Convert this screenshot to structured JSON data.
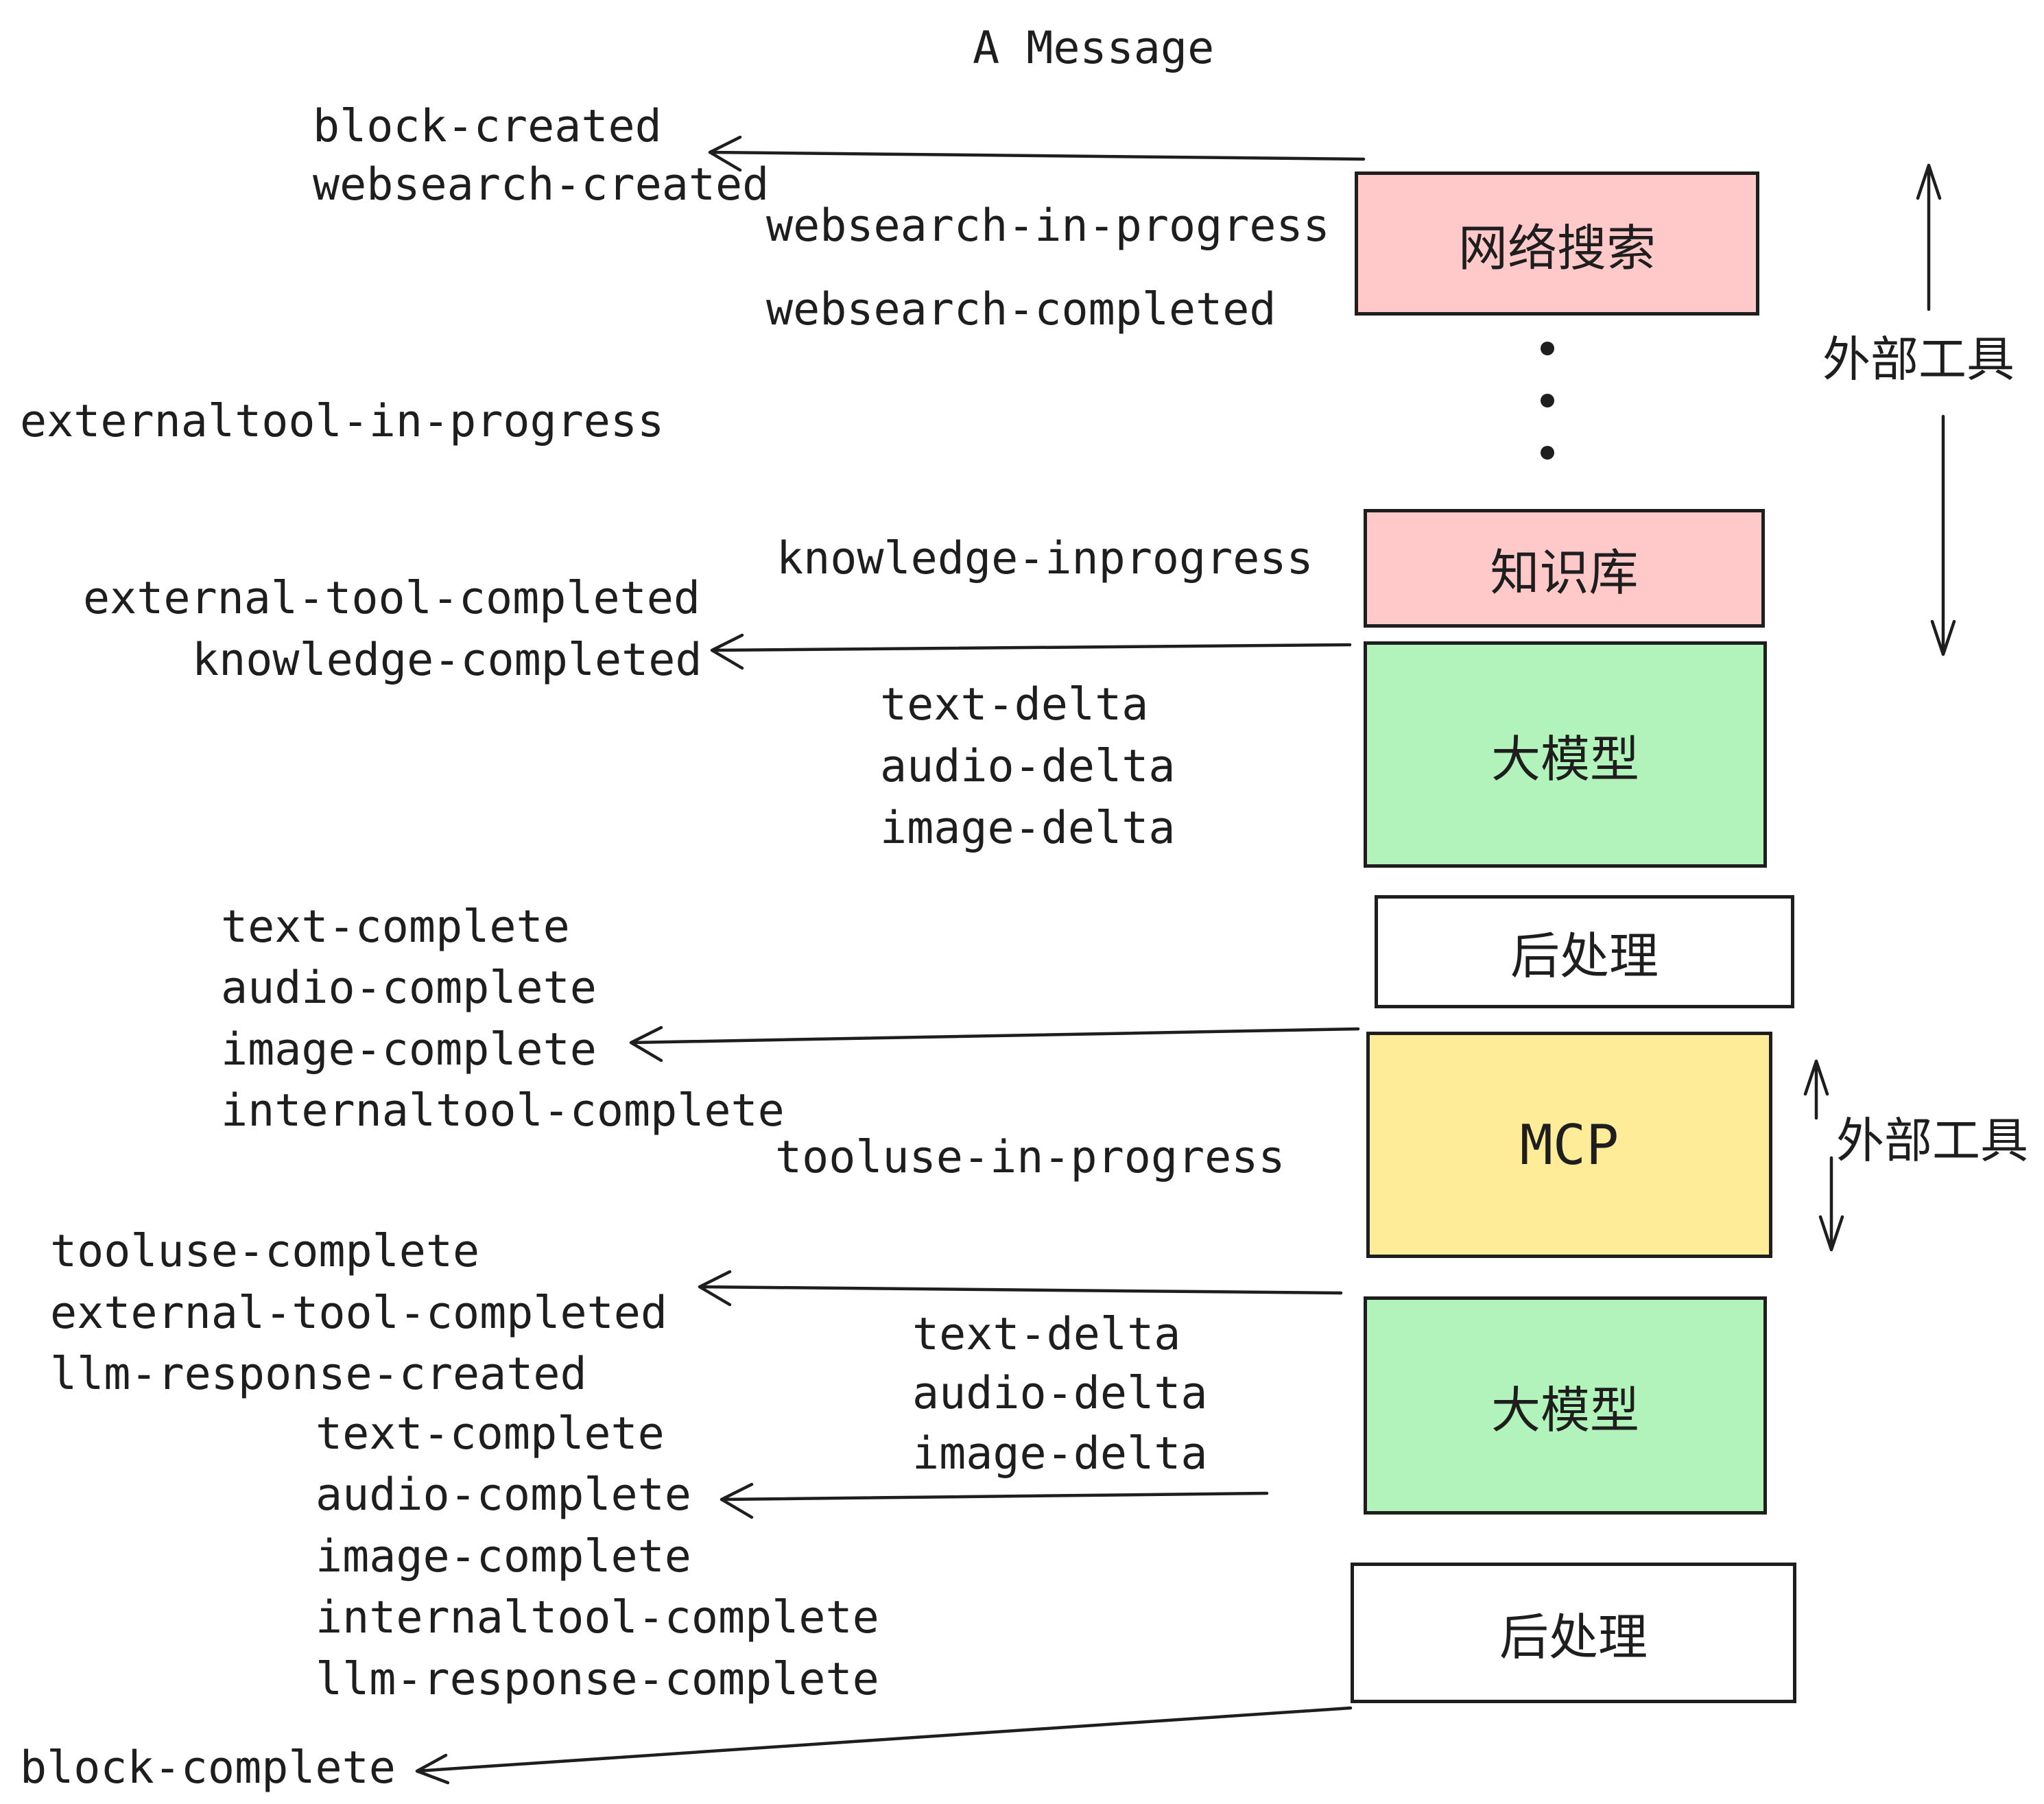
{
  "title": "A Message",
  "colors": {
    "ink": "#1e1e1e",
    "pink": "#ffc9c9",
    "green": "#b2f2bb",
    "yellow": "#ffec99",
    "white": "#ffffff",
    "background": "#ffffff"
  },
  "boxes": [
    {
      "label": "网络搜索",
      "color": "pink"
    },
    {
      "label": "知识库",
      "color": "pink"
    },
    {
      "label": "大模型",
      "color": "green"
    },
    {
      "label": "后处理",
      "color": "white"
    },
    {
      "label": "MCP",
      "color": "yellow"
    },
    {
      "label": "大模型",
      "color": "green"
    },
    {
      "label": "后处理",
      "color": "white"
    }
  ],
  "side_labels": [
    {
      "text": "外部工具"
    },
    {
      "text": "外部工具"
    }
  ],
  "events": [
    {
      "text": "block-created"
    },
    {
      "text": "websearch-created"
    },
    {
      "text": "websearch-in-progress"
    },
    {
      "text": "websearch-completed"
    },
    {
      "text": "externaltool-in-progress"
    },
    {
      "text": "knowledge-inprogress"
    },
    {
      "text": "external-tool-completed"
    },
    {
      "text": "knowledge-completed"
    },
    {
      "text": "text-delta"
    },
    {
      "text": "audio-delta"
    },
    {
      "text": "image-delta"
    },
    {
      "text": "text-complete"
    },
    {
      "text": "audio-complete"
    },
    {
      "text": "image-complete"
    },
    {
      "text": "internaltool-complete"
    },
    {
      "text": "tooluse-in-progress"
    },
    {
      "text": "tooluse-complete"
    },
    {
      "text": "external-tool-completed"
    },
    {
      "text": "llm-response-created"
    },
    {
      "text": "text-delta"
    },
    {
      "text": "audio-delta"
    },
    {
      "text": "image-delta"
    },
    {
      "text": "text-complete"
    },
    {
      "text": "audio-complete"
    },
    {
      "text": "image-complete"
    },
    {
      "text": "internaltool-complete"
    },
    {
      "text": "llm-response-complete"
    },
    {
      "text": "block-complete"
    }
  ]
}
